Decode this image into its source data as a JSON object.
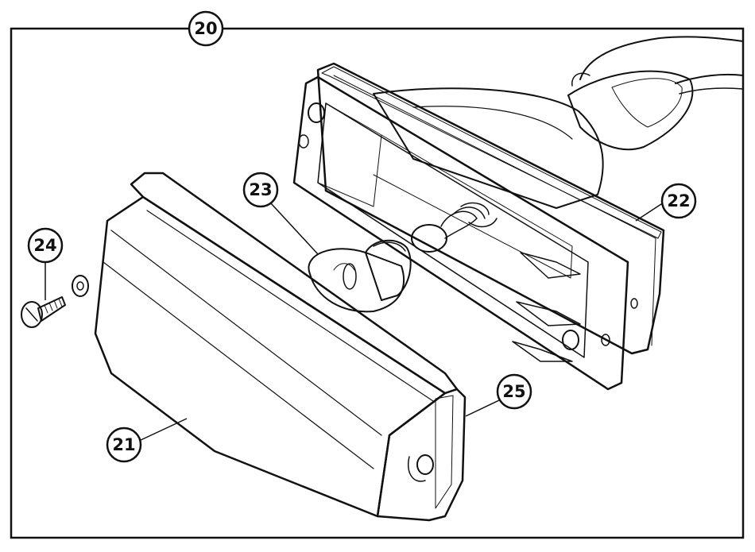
{
  "diagram": {
    "callouts": {
      "c20": "20",
      "c21": "21",
      "c22": "22",
      "c23": "23",
      "c24": "24",
      "c25": "25"
    },
    "colors": {
      "ink": "#111111",
      "paper": "#ffffff"
    },
    "icons": [
      "lens-icon",
      "housing-icon",
      "bulb-icon",
      "screw-icon",
      "washer-icon",
      "gasket-icon"
    ]
  }
}
